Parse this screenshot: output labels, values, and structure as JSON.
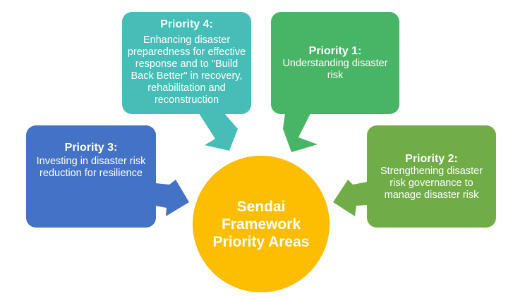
{
  "diagram": {
    "center": {
      "label": "Sendai Framework Priority Areas",
      "color": "#fdbd00"
    },
    "priorities": [
      {
        "id": "p1",
        "title": "Priority 1:",
        "description": "Understanding disaster risk",
        "color": "#47b565",
        "position": "top-right"
      },
      {
        "id": "p2",
        "title": "Priority 2:",
        "description": "Strengthening disaster risk governance to manage disaster risk",
        "color": "#70ad47",
        "position": "right"
      },
      {
        "id": "p3",
        "title": "Priority 3:",
        "description": "Investing in disaster risk reduction for resilience",
        "color": "#4472c4",
        "position": "left"
      },
      {
        "id": "p4",
        "title": "Priority 4:",
        "description": "Enhancing disaster preparedness for effective response and to \"Build Back Better\" in recovery, rehabilitation and reconstruction",
        "color": "#46bdb6",
        "position": "top-left"
      }
    ]
  }
}
